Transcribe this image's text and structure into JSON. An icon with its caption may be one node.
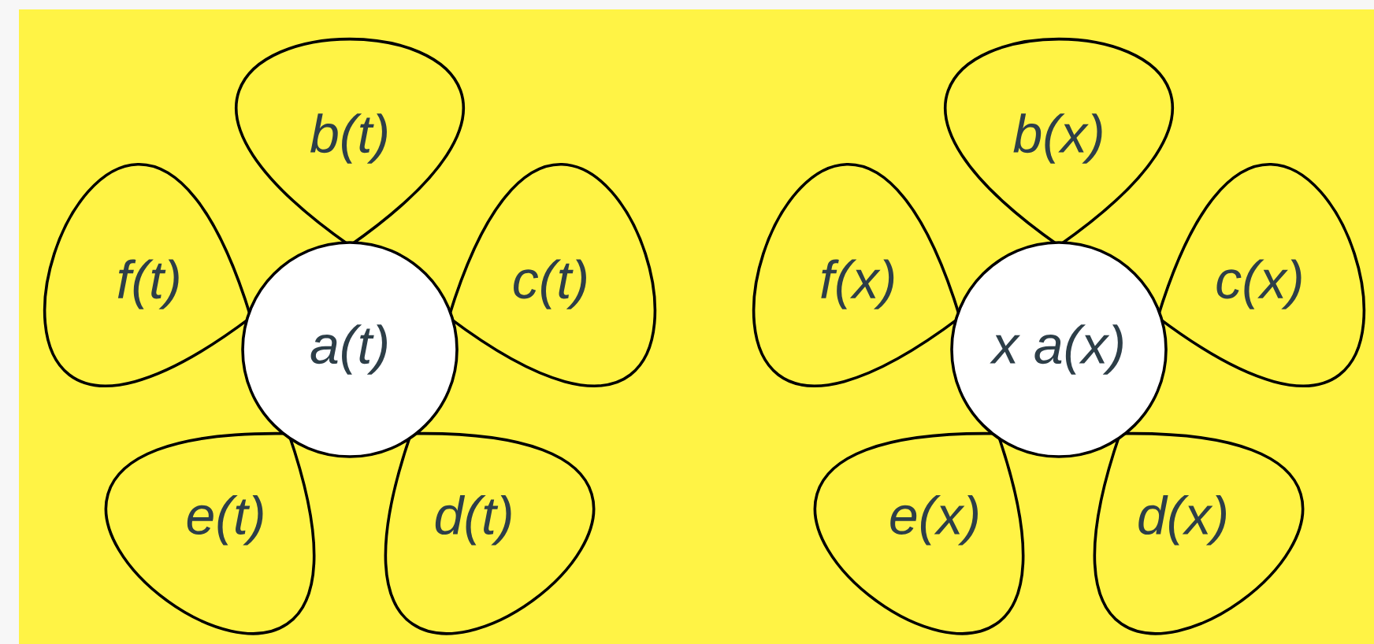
{
  "diagram": {
    "nodes": [
      {
        "text": [
          "a(t)"
        ]
      },
      {
        "text": [
          "b(t)"
        ]
      },
      {
        "text": [
          "c(t)"
        ]
      },
      {
        "text": [
          "d(t)"
        ]
      },
      {
        "text": [
          "e(t)"
        ]
      },
      {
        "text": [
          "f(t)"
        ]
      },
      {
        "text": [
          "x a(x)"
        ]
      },
      {
        "text": [
          "b(x)"
        ]
      },
      {
        "text": [
          "c(x)"
        ]
      },
      {
        "text": [
          "d(x)"
        ]
      },
      {
        "text": [
          "e(x)"
        ]
      },
      {
        "text": [
          "f(x)"
        ]
      }
    ]
  }
}
